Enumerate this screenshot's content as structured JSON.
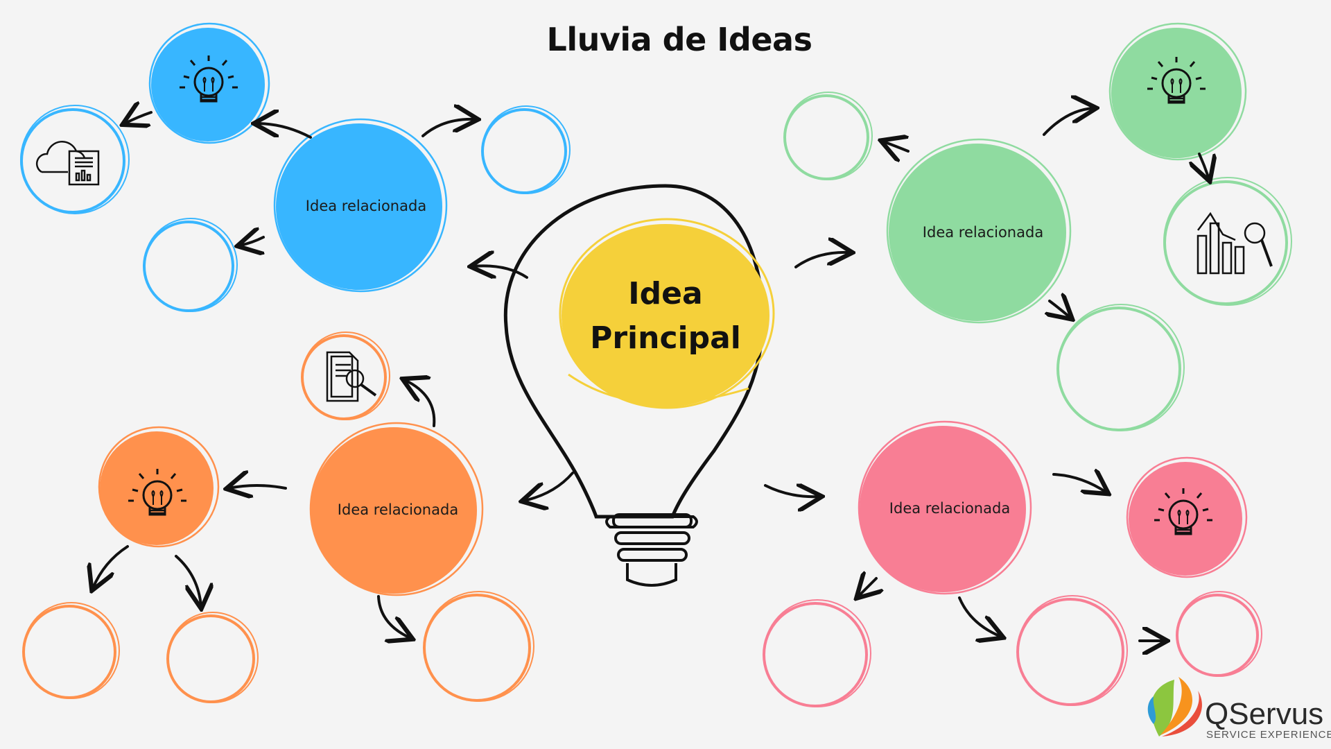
{
  "title": "Lluvia de Ideas",
  "main_idea": {
    "line1": "Idea",
    "line2": "Principal"
  },
  "related_idea_label": "Idea relacionada",
  "colors": {
    "blue": "#38b6ff",
    "green": "#8fdba0",
    "orange": "#ff914d",
    "pink": "#f87e94",
    "yellow": "#f5d03a"
  },
  "clusters": [
    {
      "color": "blue",
      "label": "Idea relacionada",
      "icons": [
        "lightbulb-icon",
        "cloud-document-icon"
      ]
    },
    {
      "color": "green",
      "label": "Idea relacionada",
      "icons": [
        "lightbulb-icon",
        "chart-search-icon"
      ]
    },
    {
      "color": "orange",
      "label": "Idea relacionada",
      "icons": [
        "lightbulb-icon",
        "document-search-icon"
      ]
    },
    {
      "color": "pink",
      "label": "Idea relacionada",
      "icons": [
        "lightbulb-icon"
      ]
    }
  ],
  "logo": {
    "name": "QServus",
    "tagline": "SERVICE EXPERIENCE"
  }
}
